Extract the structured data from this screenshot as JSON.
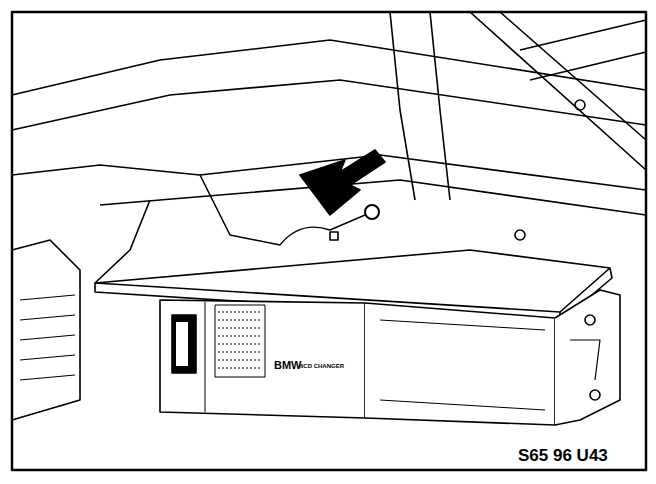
{
  "diagram": {
    "labels": [
      "BMW",
      "6CD CHANGER",
      "S65 96 U43"
    ]
  }
}
